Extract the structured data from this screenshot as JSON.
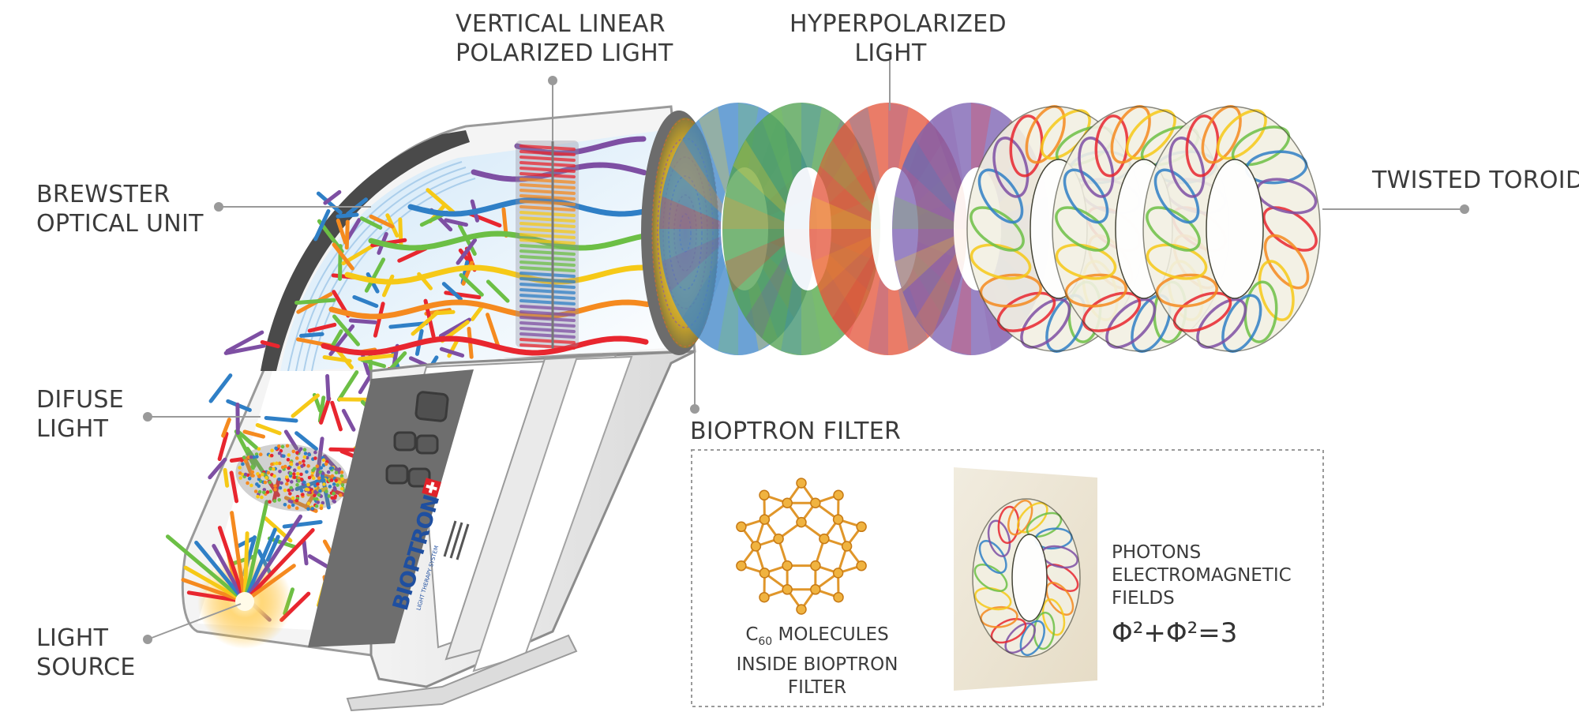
{
  "labels": {
    "vertical_linear": [
      "VERTICAL LINEAR",
      "POLARIZED LIGHT"
    ],
    "hyperpolarized": [
      "HYPERPOLARIZED",
      "LIGHT"
    ],
    "brewster": [
      "BREWSTER",
      "OPTICAL UNIT"
    ],
    "twisted_toroid": "TWISTED TOROID",
    "difuse": [
      "DIFUSE",
      "LIGHT"
    ],
    "light_source": [
      "LIGHT",
      "SOURCE"
    ],
    "bioptron_filter": "BIOPTRON FILTER"
  },
  "inset": {
    "c60_prefix": "C",
    "c60_sub": "60",
    "c60_rest": " MOLECULES",
    "c60_lines": [
      "INSIDE BIOPTRON",
      "FILTER"
    ],
    "photons_lines": [
      "PHOTONS",
      "ELECTROMAGNETIC",
      "FIELDS"
    ],
    "formula": "Φ²+Φ²=3"
  },
  "device": {
    "brand": "BIOPTRON",
    "tagline": "LIGHT THERAPY SYSTEM"
  },
  "colors": {
    "red": "#e8262f",
    "orange": "#f58a1f",
    "yellow": "#f6c917",
    "green": "#6cbf45",
    "blue": "#2f7fc6",
    "purple": "#7e4fa3"
  }
}
